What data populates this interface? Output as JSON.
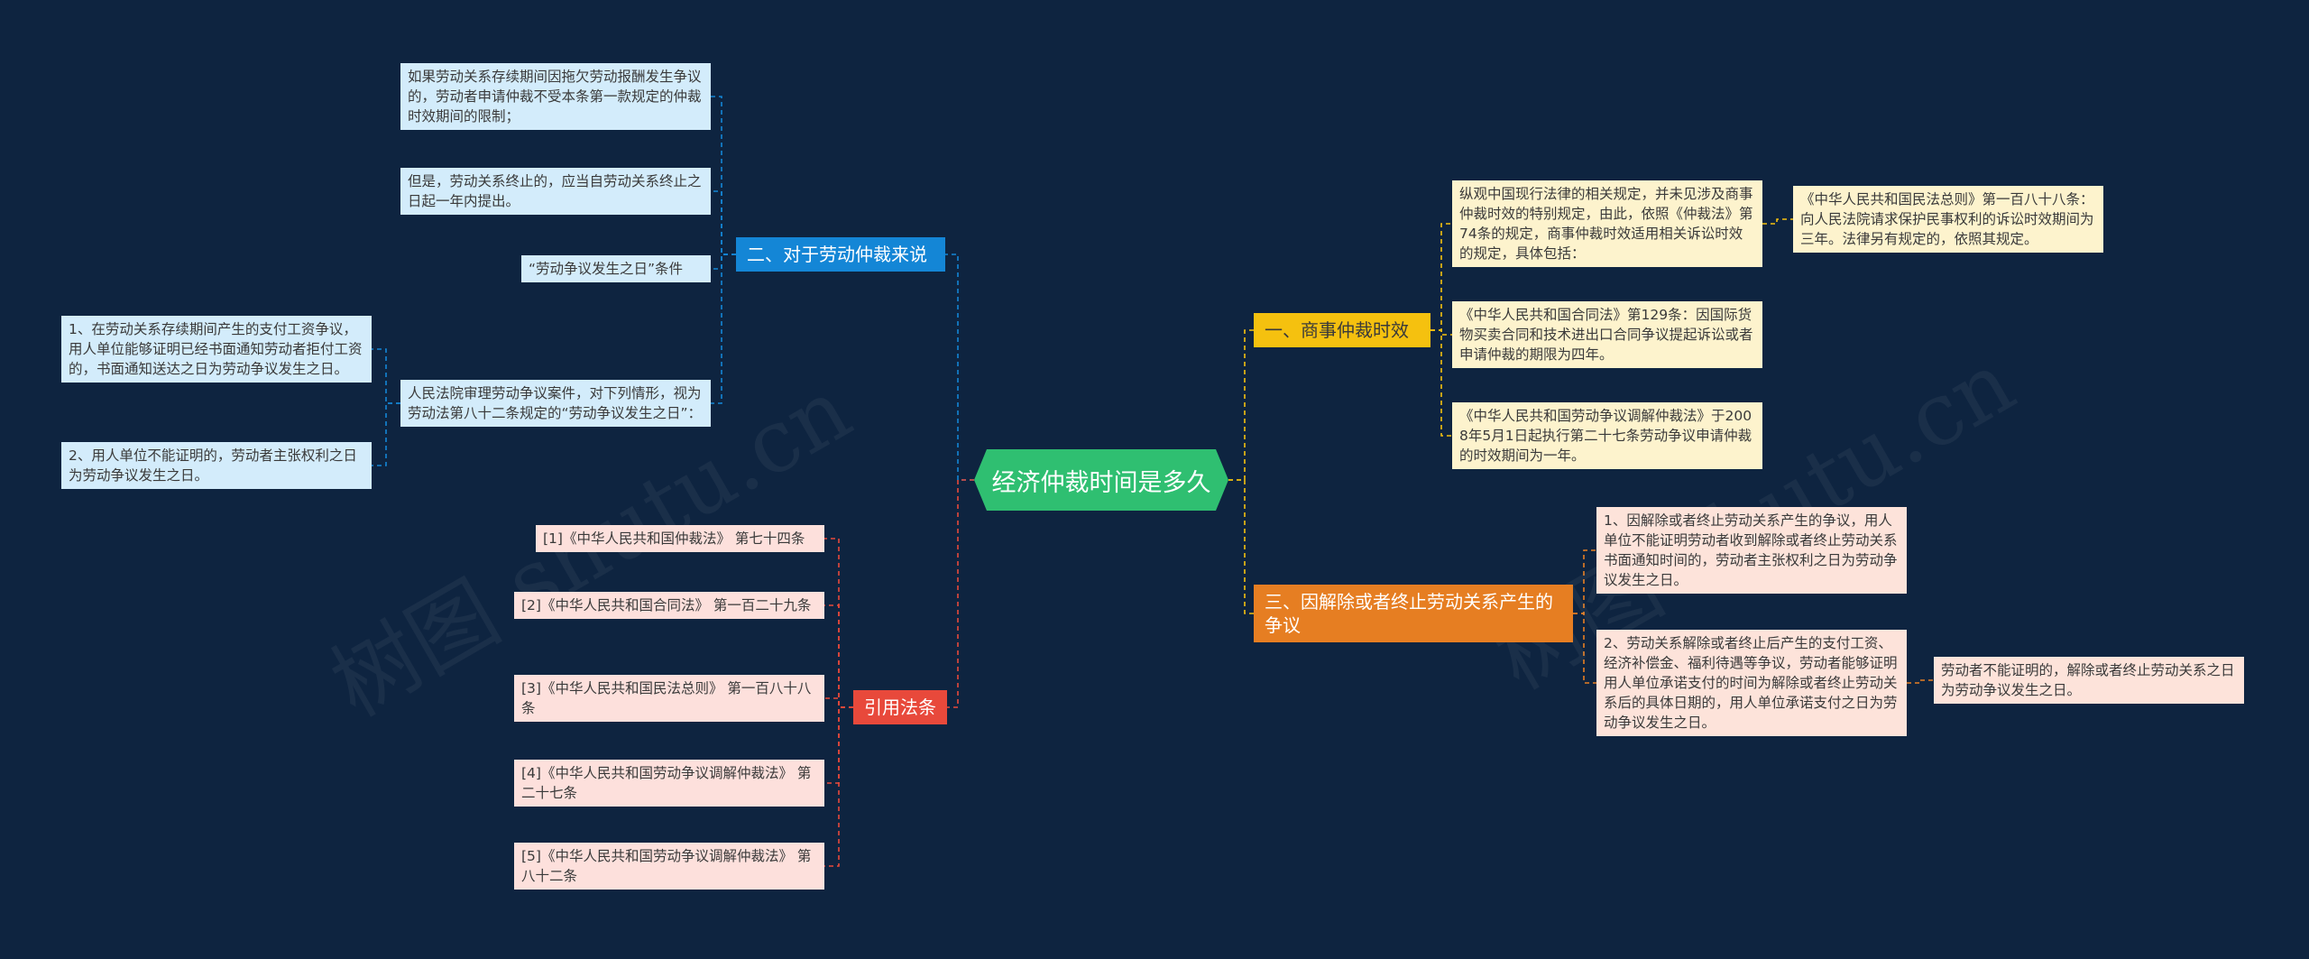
{
  "root": "经济仲裁时间是多久",
  "watermark": [
    "树图 shutu.cn",
    "树图 shutu.cn"
  ],
  "branches": {
    "b1": "二、对于劳动仲裁来说",
    "b2": "一、商事仲裁时效",
    "b3": "三、因解除或者终止劳动关系产生的争议",
    "b4": "引用法条"
  },
  "left_top": {
    "t1": "如果劳动关系存续期间因拖欠劳动报酬发生争议的，劳动者申请仲裁不受本条第一款规定的仲裁时效期间的限制；",
    "t2": "但是，劳动关系终止的，应当自劳动关系终止之日起一年内提出。",
    "t3": "“劳动争议发生之日”条件",
    "t4": "人民法院审理劳动争议案件，对下列情形，视为劳动法第八十二条规定的“劳动争议发生之日”：",
    "t4a": "1、在劳动关系存续期间产生的支付工资争议，用人单位能够证明已经书面通知劳动者拒付工资的，书面通知送达之日为劳动争议发生之日。",
    "t4b": "2、用人单位不能证明的，劳动者主张权利之日为劳动争议发生之日。"
  },
  "laws": [
    "[1]《中华人民共和国仲裁法》 第七十四条",
    "[2]《中华人民共和国合同法》 第一百二十九条",
    "[3]《中华人民共和国民法总则》 第一百八十八条",
    "[4]《中华人民共和国劳动争议调解仲裁法》 第二十七条",
    "[5]《中华人民共和国劳动争议调解仲裁法》 第八十二条"
  ],
  "right_top": {
    "r1": "纵观中国现行法律的相关规定，并未见涉及商事仲裁时效的特别规定，由此，依照《仲裁法》第74条的规定，商事仲裁时效适用相关诉讼时效的规定，具体包括：",
    "r1a": "《中华人民共和国民法总则》第一百八十八条：向人民法院请求保护民事权利的诉讼时效期间为三年。法律另有规定的，依照其规定。",
    "r2": "《中华人民共和国合同法》第129条：因国际货物买卖合同和技术进出口合同争议提起诉讼或者申请仲裁的期限为四年。",
    "r3": "《中华人民共和国劳动争议调解仲裁法》于2008年5月1日起执行第二十七条劳动争议申请仲裁的时效期间为一年。"
  },
  "right_bottom": {
    "o1": "1、因解除或者终止劳动关系产生的争议，用人单位不能证明劳动者收到解除或者终止劳动关系书面通知时间的，劳动者主张权利之日为劳动争议发生之日。",
    "o2": "2、劳动关系解除或者终止后产生的支付工资、经济补偿金、福利待遇等争议，劳动者能够证明用人单位承诺支付的时间为解除或者终止劳动关系后的具体日期的，用人单位承诺支付之日为劳动争议发生之日。",
    "o2a": "劳动者不能证明的，解除或者终止劳动关系之日为劳动争议发生之日。"
  },
  "colors": {
    "background": "#0e2440",
    "root": "#2fbf71",
    "blue": "#1486d6",
    "yellow": "#f5c10f",
    "orange": "#e67e22",
    "red": "#e8493b"
  }
}
